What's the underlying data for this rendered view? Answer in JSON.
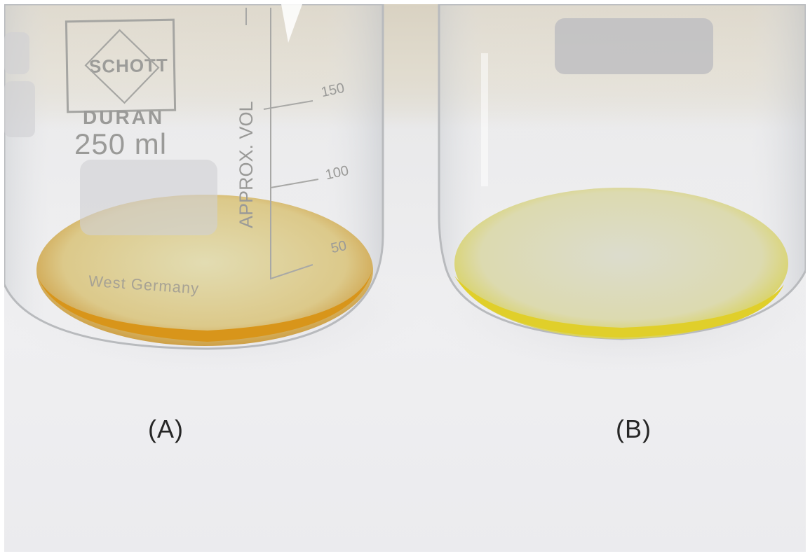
{
  "image": {
    "description_free": true
  },
  "beaker_a": {
    "logo_text": "SCHOTT",
    "brand": "DURAN",
    "volume": "250 ml",
    "approx_label": "APPROX. VOL",
    "graduations": [
      "150",
      "100",
      "50"
    ],
    "origin": "West Germany",
    "liquid_color": "#d89a1e"
  },
  "beaker_b": {
    "liquid_color": "#e2d33a"
  },
  "captions": {
    "a": "(A)",
    "b": "(B)"
  }
}
